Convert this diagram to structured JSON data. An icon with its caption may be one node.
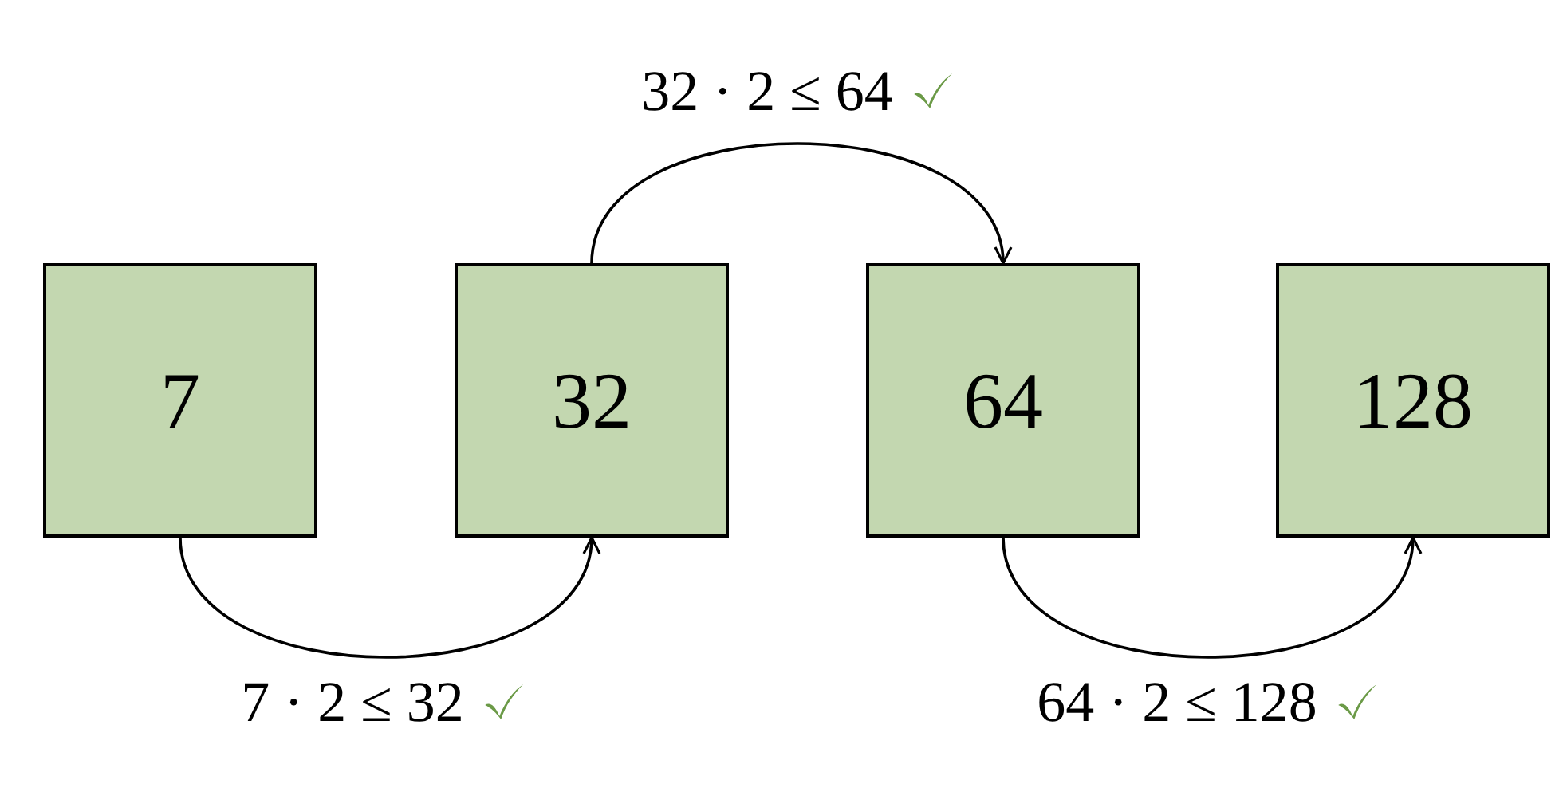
{
  "diagram": {
    "nodes": [
      {
        "text": [
          "7"
        ]
      },
      {
        "text": [
          "32"
        ]
      },
      {
        "text": [
          "64"
        ]
      },
      {
        "text": [
          "128"
        ]
      }
    ],
    "edges": [
      {
        "from": 0,
        "to": 1,
        "arrow": "to",
        "label": "7 · 2 ≤ 32"
      },
      {
        "from": 1,
        "to": 2,
        "arrow": "to",
        "label": "32 · 2 ≤ 64"
      },
      {
        "from": 2,
        "to": 3,
        "arrow": "to",
        "label": "64 · 2 ≤ 128"
      }
    ]
  }
}
